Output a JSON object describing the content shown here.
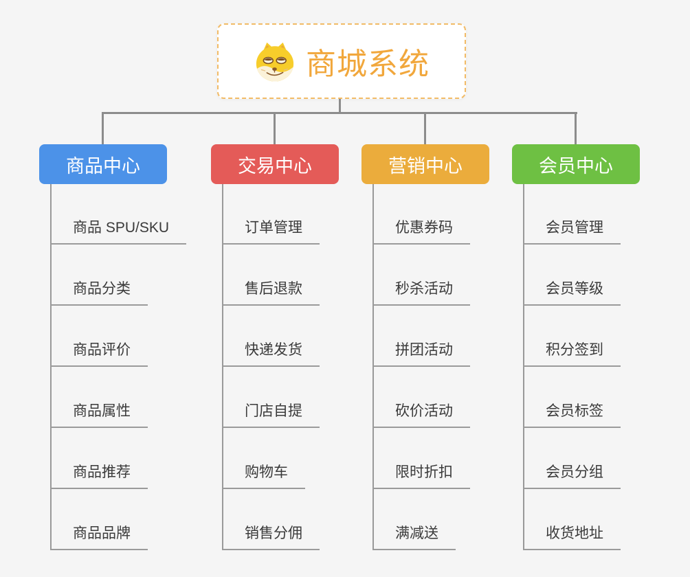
{
  "page": {
    "background": "#f5f5f5",
    "connector_color": "#8c8c8c",
    "underline_color": "#9a9a9a"
  },
  "root": {
    "title": "商城系统",
    "icon": "doge-icon",
    "text_color": "#f1a73c",
    "border_color": "#f2bb66"
  },
  "branches": [
    {
      "label": "商品中心",
      "color": "#4c92e8",
      "children": [
        "商品 SPU/SKU",
        "商品分类",
        "商品评价",
        "商品属性",
        "商品推荐",
        "商品品牌"
      ]
    },
    {
      "label": "交易中心",
      "color": "#e45b58",
      "children": [
        "订单管理",
        "售后退款",
        "快递发货",
        "门店自提",
        "购物车",
        "销售分佣"
      ]
    },
    {
      "label": "营销中心",
      "color": "#ebac3c",
      "children": [
        "优惠券码",
        "秒杀活动",
        "拼团活动",
        "砍价活动",
        "限时折扣",
        "满减送"
      ]
    },
    {
      "label": "会员中心",
      "color": "#6ec043",
      "children": [
        "会员管理",
        "会员等级",
        "积分签到",
        "会员标签",
        "会员分组",
        "收货地址"
      ]
    }
  ]
}
